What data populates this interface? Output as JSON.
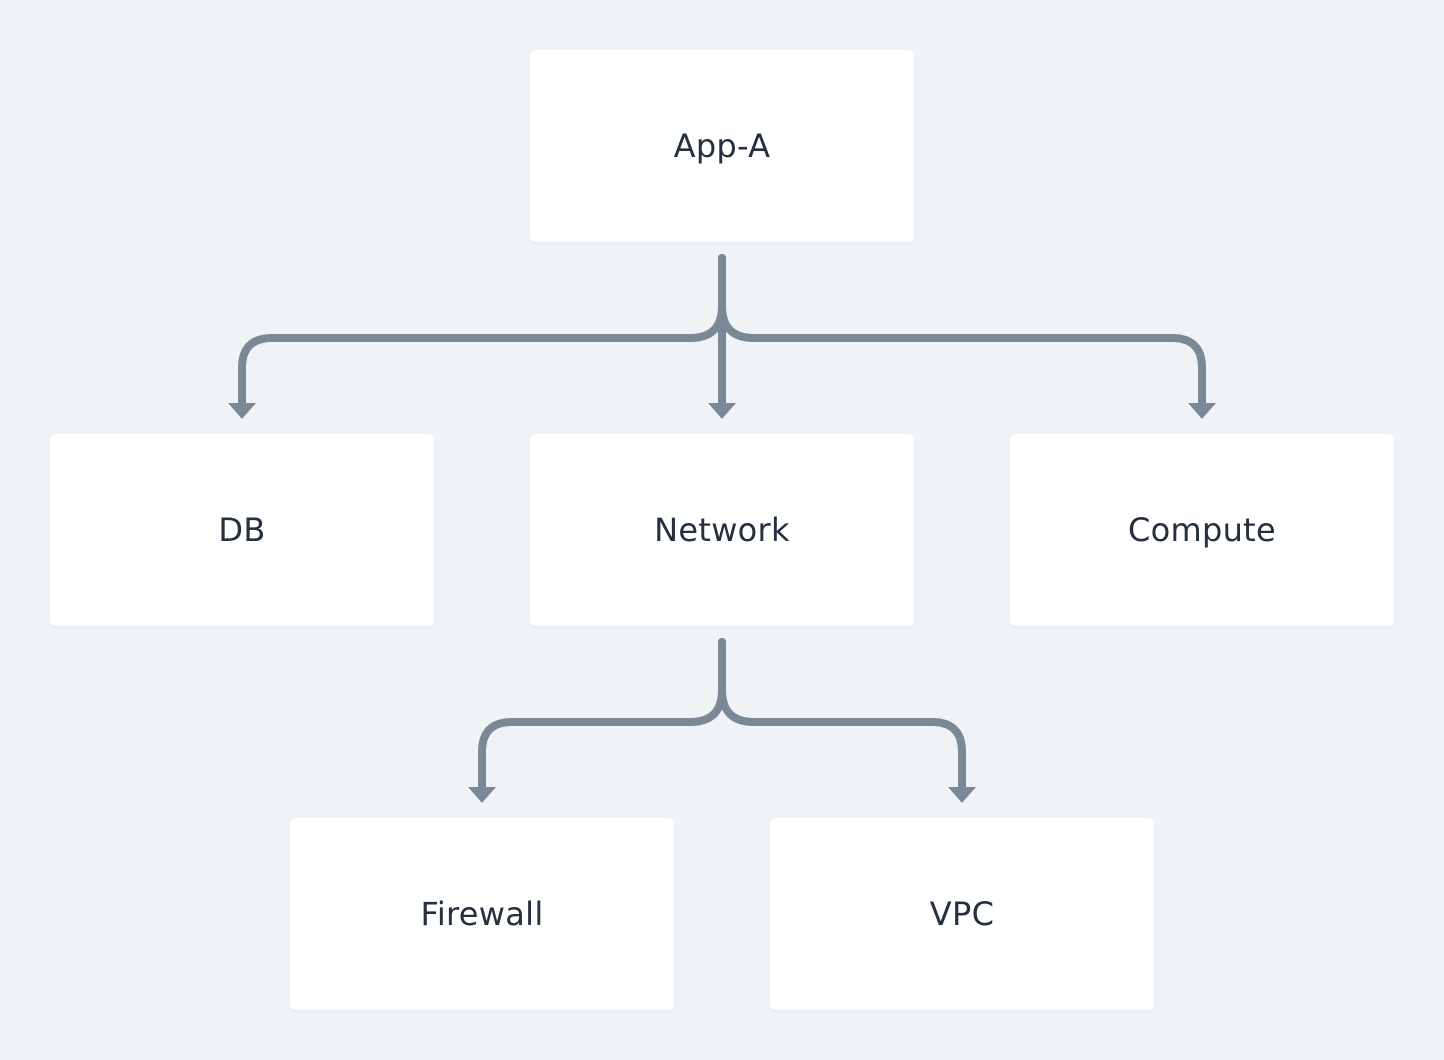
{
  "theme": {
    "background": "#eff3f6",
    "node_fill": "#ffffff",
    "edge_color": "#7b8896",
    "text_color": "#243040"
  },
  "diagram": {
    "nodes": {
      "app_a": {
        "label": "App-A"
      },
      "db": {
        "label": "DB"
      },
      "network": {
        "label": "Network"
      },
      "compute": {
        "label": "Compute"
      },
      "firewall": {
        "label": "Firewall"
      },
      "vpc": {
        "label": "VPC"
      }
    },
    "edges": [
      {
        "from": "App-A",
        "to": "DB"
      },
      {
        "from": "App-A",
        "to": "Network"
      },
      {
        "from": "App-A",
        "to": "Compute"
      },
      {
        "from": "Network",
        "to": "Firewall"
      },
      {
        "from": "Network",
        "to": "VPC"
      }
    ]
  }
}
